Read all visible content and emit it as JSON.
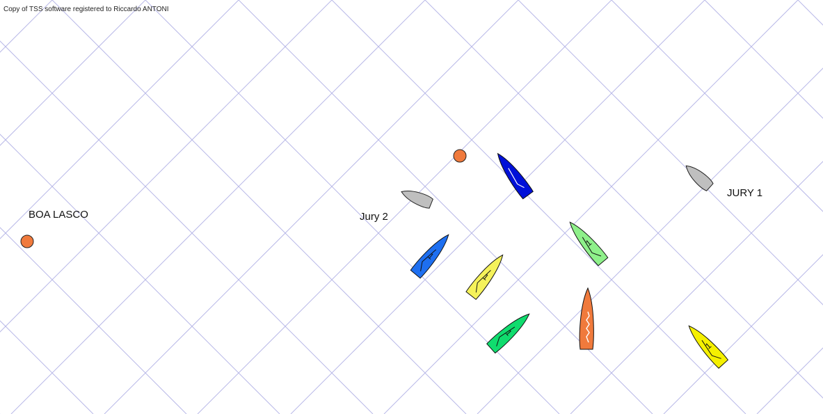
{
  "watermark": "Copy of TSS software registered to Riccardo ANTONI",
  "colors": {
    "background": "#ffffff",
    "grid": "#b9b9e8",
    "mark": "#f07a3c",
    "jury": "#bfbfbf",
    "outline": "#222222"
  },
  "labels": {
    "boa_lasco": "BOA LASCO",
    "jury_1": "JURY 1",
    "jury_2": "Jury 2"
  },
  "marks": [
    {
      "name": "boa-lasco-mark",
      "color": "#f07a3c"
    },
    {
      "name": "windward-mark",
      "color": "#f07a3c"
    }
  ],
  "jury_boats": [
    {
      "name": "jury-1-boat",
      "color": "#bfbfbf"
    },
    {
      "name": "jury-2-boat",
      "color": "#bfbfbf"
    }
  ],
  "boats": [
    {
      "name": "boat-dark-blue",
      "color": "#0010d8",
      "number": ""
    },
    {
      "name": "boat-blue",
      "color": "#1e6ff0",
      "number": "1"
    },
    {
      "name": "boat-yellow-center",
      "color": "#f5f25a",
      "number": "1"
    },
    {
      "name": "boat-light-green",
      "color": "#8ef08a",
      "number": "1"
    },
    {
      "name": "boat-green",
      "color": "#10dc6e",
      "number": "1"
    },
    {
      "name": "boat-orange",
      "color": "#f07a3c",
      "number": ""
    },
    {
      "name": "boat-yellow-right",
      "color": "#f5f000",
      "number": "1"
    }
  ]
}
